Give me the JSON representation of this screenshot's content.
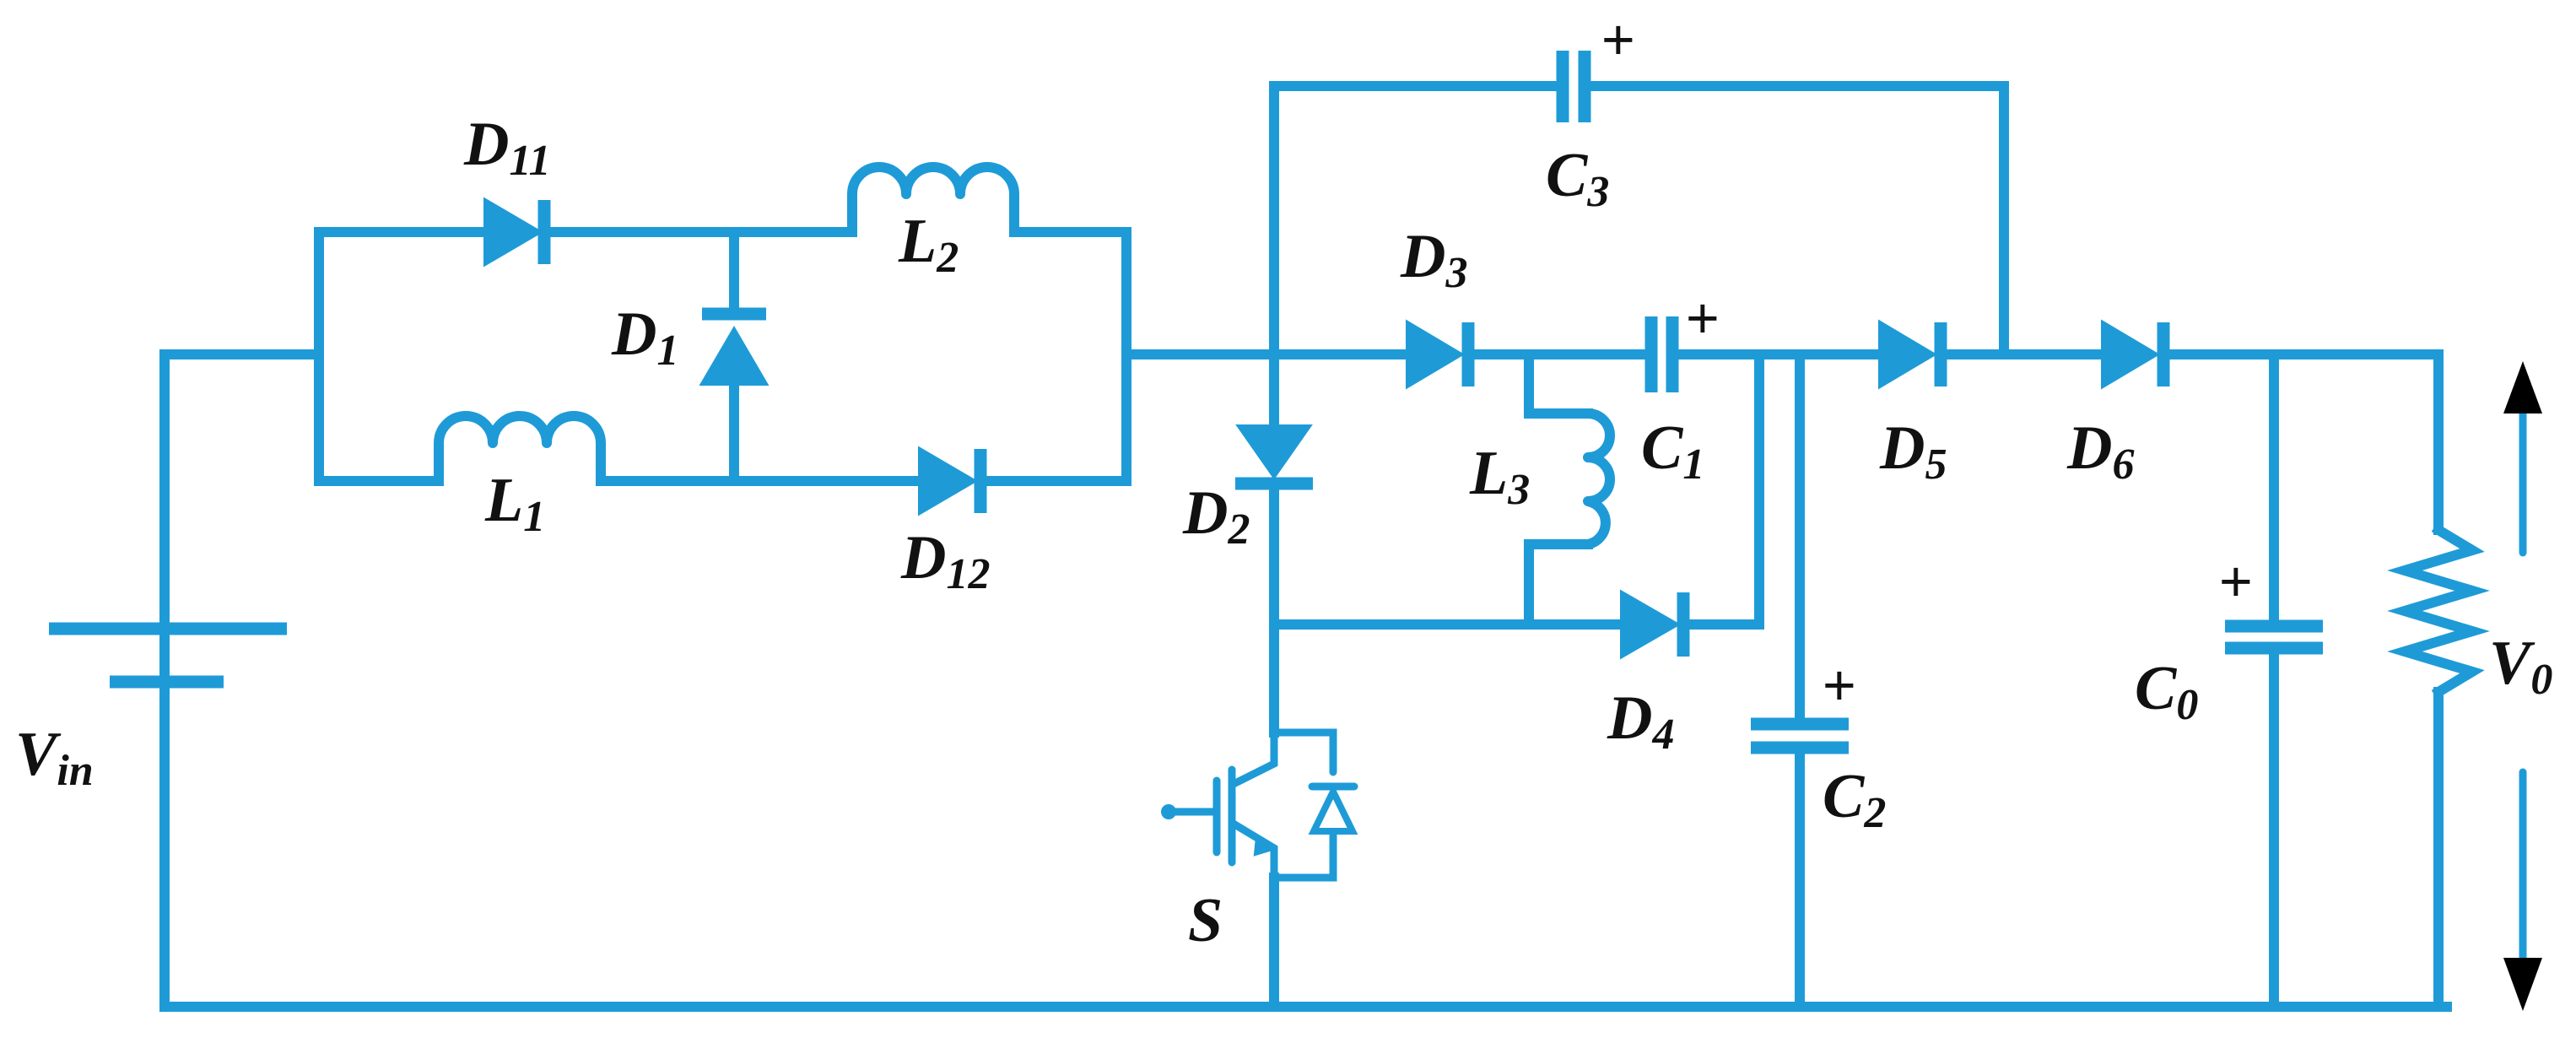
{
  "colors": {
    "wire": "#1e9bd7",
    "label": "#111111",
    "background": "#ffffff"
  },
  "labels": {
    "D11": {
      "main": "D",
      "sub": "11"
    },
    "L2": {
      "main": "L",
      "sub": "2"
    },
    "D1": {
      "main": "D",
      "sub": "1"
    },
    "L1": {
      "main": "L",
      "sub": "1"
    },
    "D12": {
      "main": "D",
      "sub": "12"
    },
    "C3": {
      "main": "C",
      "sub": "3"
    },
    "D3": {
      "main": "D",
      "sub": "3"
    },
    "C1": {
      "main": "C",
      "sub": "1"
    },
    "D2": {
      "main": "D",
      "sub": "2"
    },
    "L3": {
      "main": "L",
      "sub": "3"
    },
    "D4": {
      "main": "D",
      "sub": "4"
    },
    "C2": {
      "main": "C",
      "sub": "2"
    },
    "D5": {
      "main": "D",
      "sub": "5"
    },
    "D6": {
      "main": "D",
      "sub": "6"
    },
    "C0": {
      "main": "C",
      "sub": "0"
    },
    "V0": {
      "main": "V",
      "sub": "0"
    },
    "Vin": {
      "main": "V",
      "sub": "in"
    },
    "S": {
      "main": "S"
    }
  },
  "polarity_mark": "+"
}
